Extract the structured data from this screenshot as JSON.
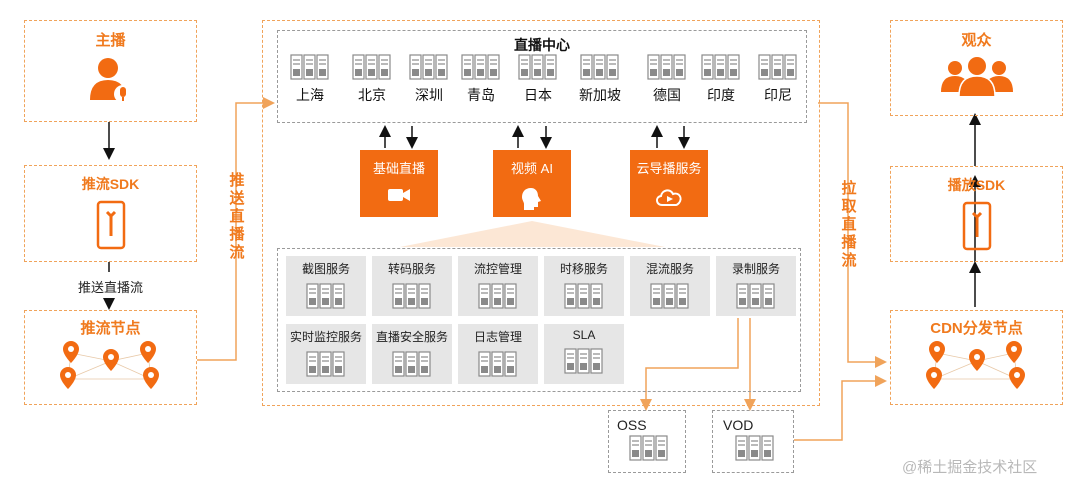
{
  "left": {
    "anchor_title": "主播",
    "push_sdk_title": "推流SDK",
    "push_stream_label": "推送直播流",
    "push_node_title": "推流节点"
  },
  "push_label_vertical": "推送直播流",
  "center": {
    "title": "直播中心",
    "cities": [
      "上海",
      "北京",
      "深圳",
      "青岛",
      "日本",
      "新加坡",
      "德国",
      "印度",
      "印尼"
    ],
    "features": [
      {
        "label": "基础直播",
        "icon": "camera-icon"
      },
      {
        "label": "视频 AI",
        "icon": "ai-head-icon"
      },
      {
        "label": "云导播服务",
        "icon": "cloud-play-icon"
      }
    ],
    "services": [
      "截图服务",
      "转码服务",
      "流控管理",
      "时移服务",
      "混流服务",
      "录制服务",
      "实时监控服务",
      "直播安全服务",
      "日志管理",
      "SLA"
    ]
  },
  "pull_label_vertical": "拉取直播流",
  "storage": {
    "oss": "OSS",
    "vod": "VOD"
  },
  "right": {
    "audience_title": "观众",
    "play_sdk_title": "播放SDK",
    "cdn_title": "CDN分发节点"
  },
  "watermark": "@稀土掘金技术社区",
  "colors": {
    "accent": "#f26b12",
    "dash": "#f0a35a",
    "gray": "#9a9a9a"
  }
}
